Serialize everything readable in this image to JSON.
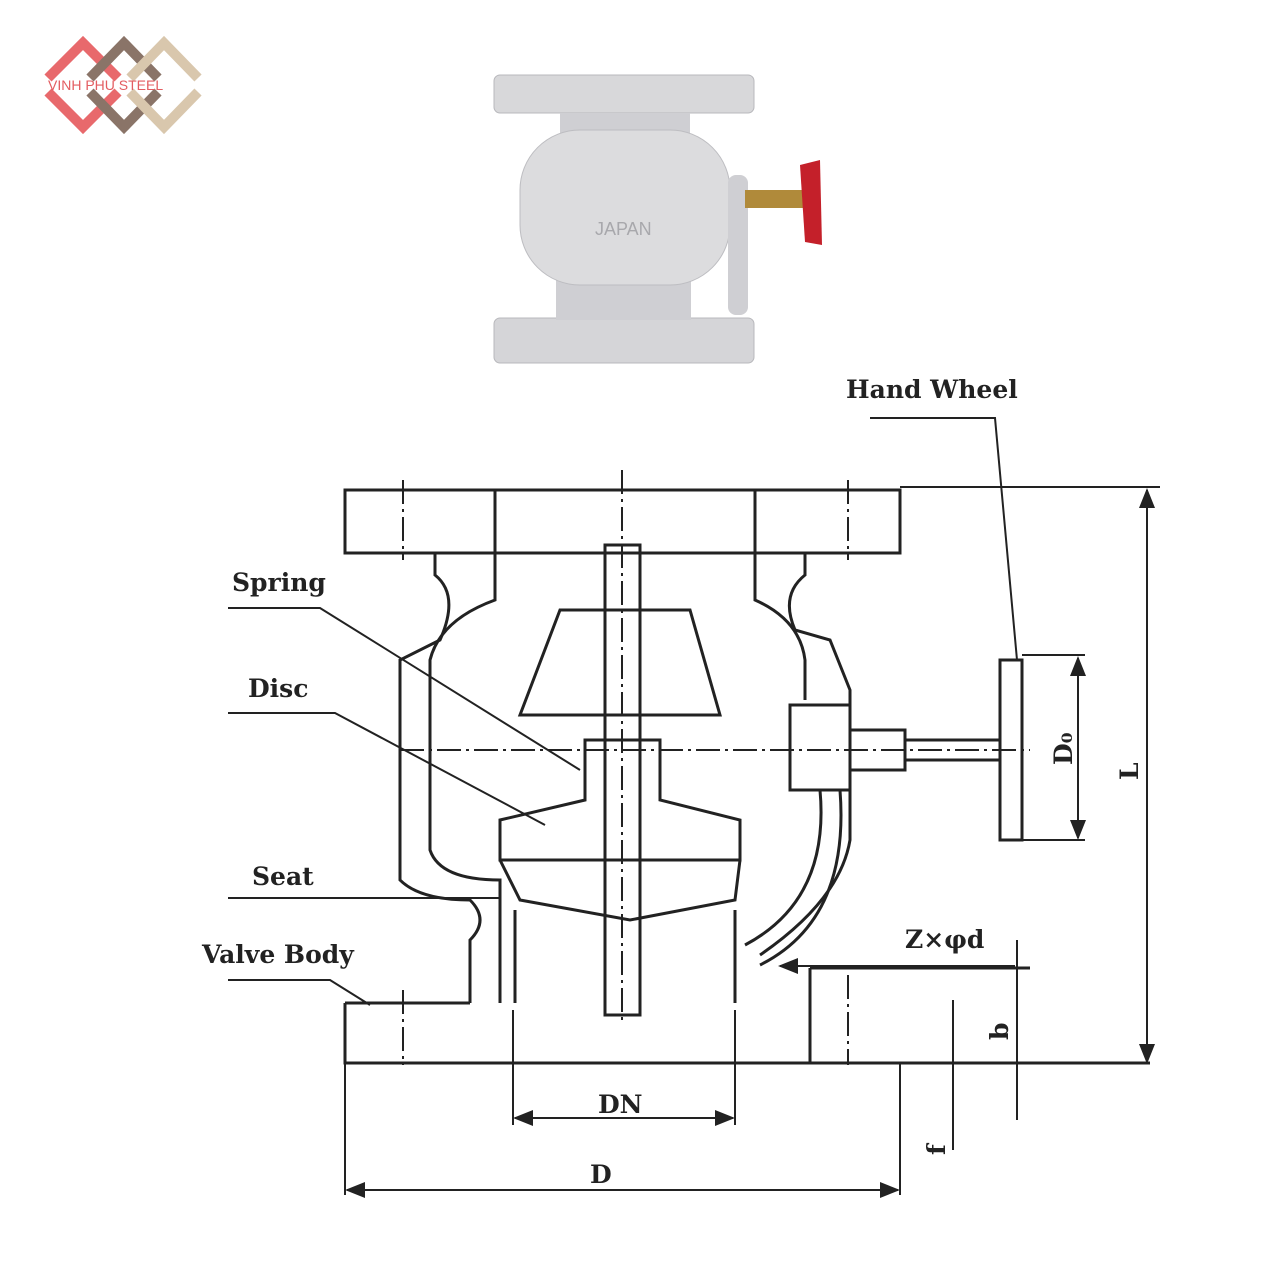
{
  "logo": {
    "text": "VINH PHU STEEL",
    "colors": [
      "#e8696c",
      "#8a7468",
      "#d9c7ad"
    ]
  },
  "product_photo": {
    "body_color": "#d8d8da",
    "handwheel_color": "#c4202a",
    "cast_marks": "JAPAN"
  },
  "diagram": {
    "labels": {
      "hand_wheel": "Hand Wheel",
      "spring": "Spring",
      "disc": "Disc",
      "seat": "Seat",
      "valve_body": "Valve Body"
    },
    "dimensions": {
      "dn": "DN",
      "d": "D",
      "l": "L",
      "d0": "D₀",
      "holes": "Z×φd",
      "b": "b",
      "f": "f"
    }
  }
}
